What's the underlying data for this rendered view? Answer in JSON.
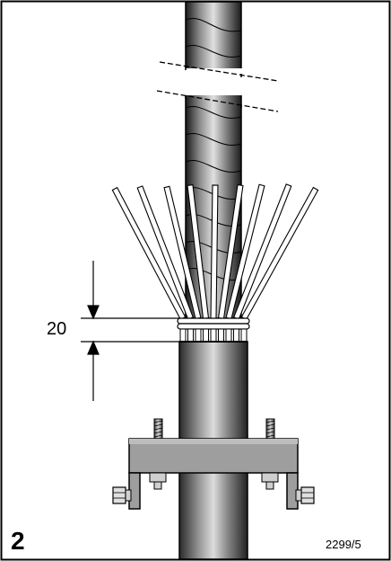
{
  "figure": {
    "step_number": "2",
    "dimension_label": "20",
    "reference_code": "2299/5"
  },
  "colors": {
    "stroke": "#000000",
    "cable_light": "#d8d8d8",
    "cable_dark": "#2a2a2a",
    "clamp": "#9a9a9a",
    "background": "#ffffff"
  },
  "wires": {
    "count": 9
  }
}
